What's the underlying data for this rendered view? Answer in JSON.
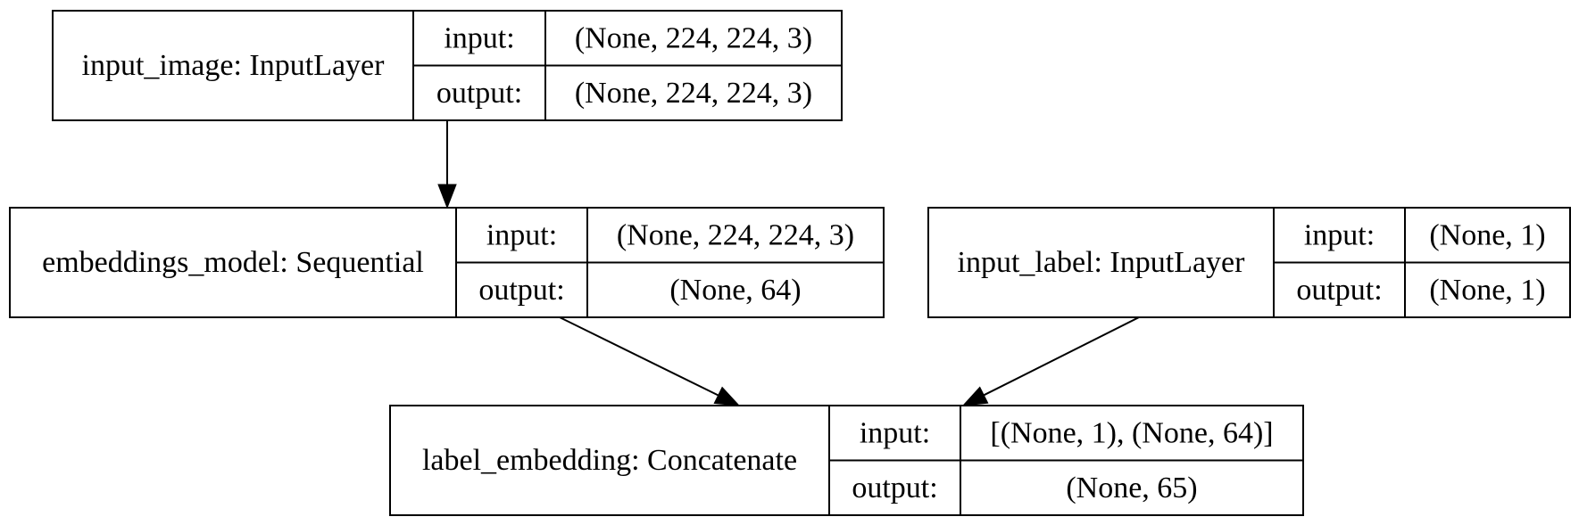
{
  "diagram": {
    "nodes": [
      {
        "id": "input_image",
        "name": "input_image: InputLayer",
        "input_label": "input:",
        "input_shape": "(None, 224, 224, 3)",
        "output_label": "output:",
        "output_shape": "(None, 224, 224, 3)"
      },
      {
        "id": "embeddings_model",
        "name": "embeddings_model: Sequential",
        "input_label": "input:",
        "input_shape": "(None, 224, 224, 3)",
        "output_label": "output:",
        "output_shape": "(None, 64)"
      },
      {
        "id": "input_label",
        "name": "input_label: InputLayer",
        "input_label": "input:",
        "input_shape": "(None, 1)",
        "output_label": "output:",
        "output_shape": "(None, 1)"
      },
      {
        "id": "label_embedding",
        "name": "label_embedding: Concatenate",
        "input_label": "input:",
        "input_shape": "[(None, 1), (None, 64)]",
        "output_label": "output:",
        "output_shape": "(None, 65)"
      }
    ],
    "edges": [
      {
        "from": "input_image",
        "to": "embeddings_model"
      },
      {
        "from": "embeddings_model",
        "to": "label_embedding"
      },
      {
        "from": "input_label",
        "to": "label_embedding"
      }
    ]
  }
}
